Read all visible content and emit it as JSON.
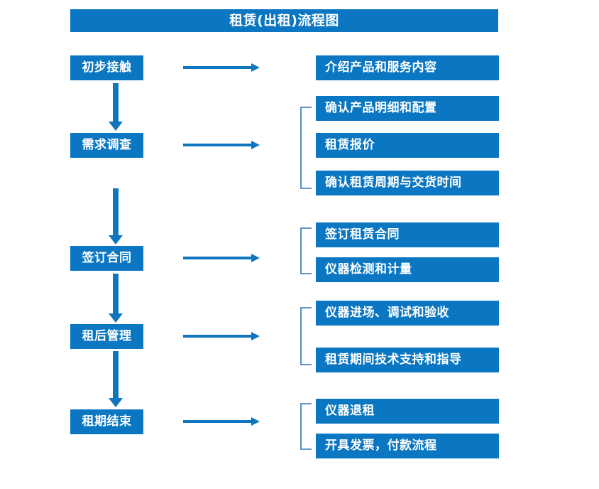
{
  "diagram": {
    "title": "租赁(出租)流程图",
    "accent_color": "#0B77C2",
    "background_color": "#FFFFFF",
    "text_color": "#FFFFFF",
    "type": "flowchart",
    "stages": [
      {
        "id": "stage-1",
        "label": "初步接触",
        "connector": "arrow-right",
        "bracket": false,
        "tasks": [
          "介绍产品和服务内容"
        ]
      },
      {
        "id": "stage-2",
        "label": "需求调查",
        "connector": "arrow-right",
        "bracket": true,
        "tasks": [
          "确认产品明细和配置",
          "租赁报价",
          "确认租赁周期与交货时间"
        ]
      },
      {
        "id": "stage-3",
        "label": "签订合同",
        "connector": "arrow-right",
        "bracket": true,
        "tasks": [
          "签订租赁合同",
          "仪器检测和计量"
        ]
      },
      {
        "id": "stage-4",
        "label": "租后管理",
        "connector": "arrow-right",
        "bracket": true,
        "tasks": [
          "仪器进场、调试和验收",
          "租赁期间技术支持和指导"
        ]
      },
      {
        "id": "stage-5",
        "label": "租期结束",
        "connector": "arrow-right",
        "bracket": true,
        "tasks": [
          "仪器退租",
          "开具发票，付款流程"
        ]
      }
    ],
    "flow_arrows": [
      {
        "from": "初步接触",
        "to": "需求调查",
        "direction": "down"
      },
      {
        "from": "需求调查",
        "to": "签订合同",
        "direction": "down"
      },
      {
        "from": "签订合同",
        "to": "租后管理",
        "direction": "down"
      },
      {
        "from": "租后管理",
        "to": "租期结束",
        "direction": "down"
      }
    ]
  }
}
